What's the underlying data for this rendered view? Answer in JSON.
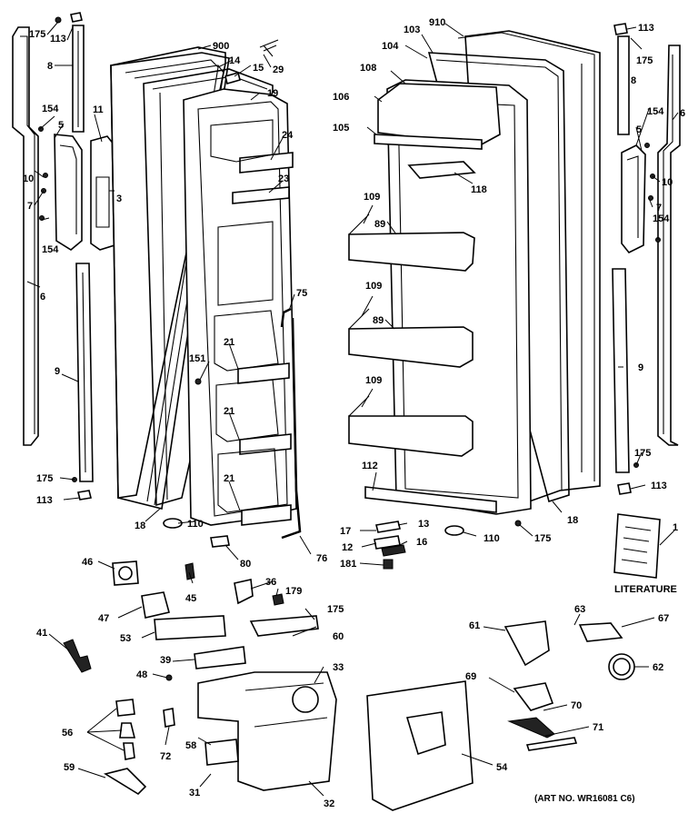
{
  "diagram": {
    "part_labels": {
      "p175a": "175",
      "p113a": "113",
      "p8a": "8",
      "p154a": "154",
      "p5a": "5",
      "p11": "11",
      "p10a": "10",
      "p7a": "7",
      "p154b": "154",
      "p6a": "6",
      "p3": "3",
      "p9a": "9",
      "p175b": "175",
      "p113b": "113",
      "p900": "900",
      "p14": "14",
      "p15": "15",
      "p29": "29",
      "p19": "19",
      "p24": "24",
      "p23": "23",
      "p75": "75",
      "p151": "151",
      "p21a": "21",
      "p21b": "21",
      "p21c": "21",
      "p18a": "18",
      "p110a": "110",
      "p80": "80",
      "p76": "76",
      "p103": "103",
      "p910": "910",
      "p104": "104",
      "p108": "108",
      "p106": "106",
      "p105": "105",
      "p118": "118",
      "p109a": "109",
      "p89a": "89",
      "p109b": "109",
      "p89b": "89",
      "p109c": "109",
      "p112": "112",
      "p17": "17",
      "p13": "13",
      "p12": "12",
      "p16": "16",
      "p181": "181",
      "p110b": "110",
      "p175c": "175",
      "p18b": "18",
      "p113c": "113",
      "p175d": "175",
      "p8b": "8",
      "p154c": "154",
      "p5b": "5",
      "p6b": "6",
      "p10b": "10",
      "p7b": "7",
      "p154d": "154",
      "p9b": "9",
      "p175e": "175",
      "p113d": "113",
      "p1": "1",
      "p46": "46",
      "p45": "45",
      "p36": "36",
      "p179": "179",
      "p175f": "175",
      "p47": "47",
      "p41": "41",
      "p53": "53",
      "p60": "60",
      "p39": "39",
      "p48": "48",
      "p33": "33",
      "p56": "56",
      "p72": "72",
      "p58": "58",
      "p59": "59",
      "p31": "31",
      "p32": "32",
      "p54": "54",
      "p61": "61",
      "p63": "63",
      "p67": "67",
      "p62": "62",
      "p69": "69",
      "p70": "70",
      "p71": "71"
    },
    "literature_label": "LITERATURE",
    "art_number": "(ART NO. WR16081 C6)"
  }
}
